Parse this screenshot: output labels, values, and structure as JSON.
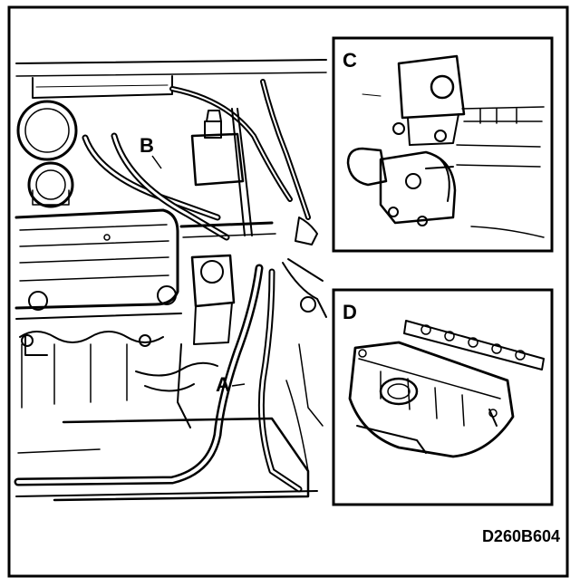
{
  "figure": {
    "code": "D260B604",
    "callouts": {
      "a": "A",
      "b": "B",
      "c": "C",
      "d": "D"
    }
  }
}
